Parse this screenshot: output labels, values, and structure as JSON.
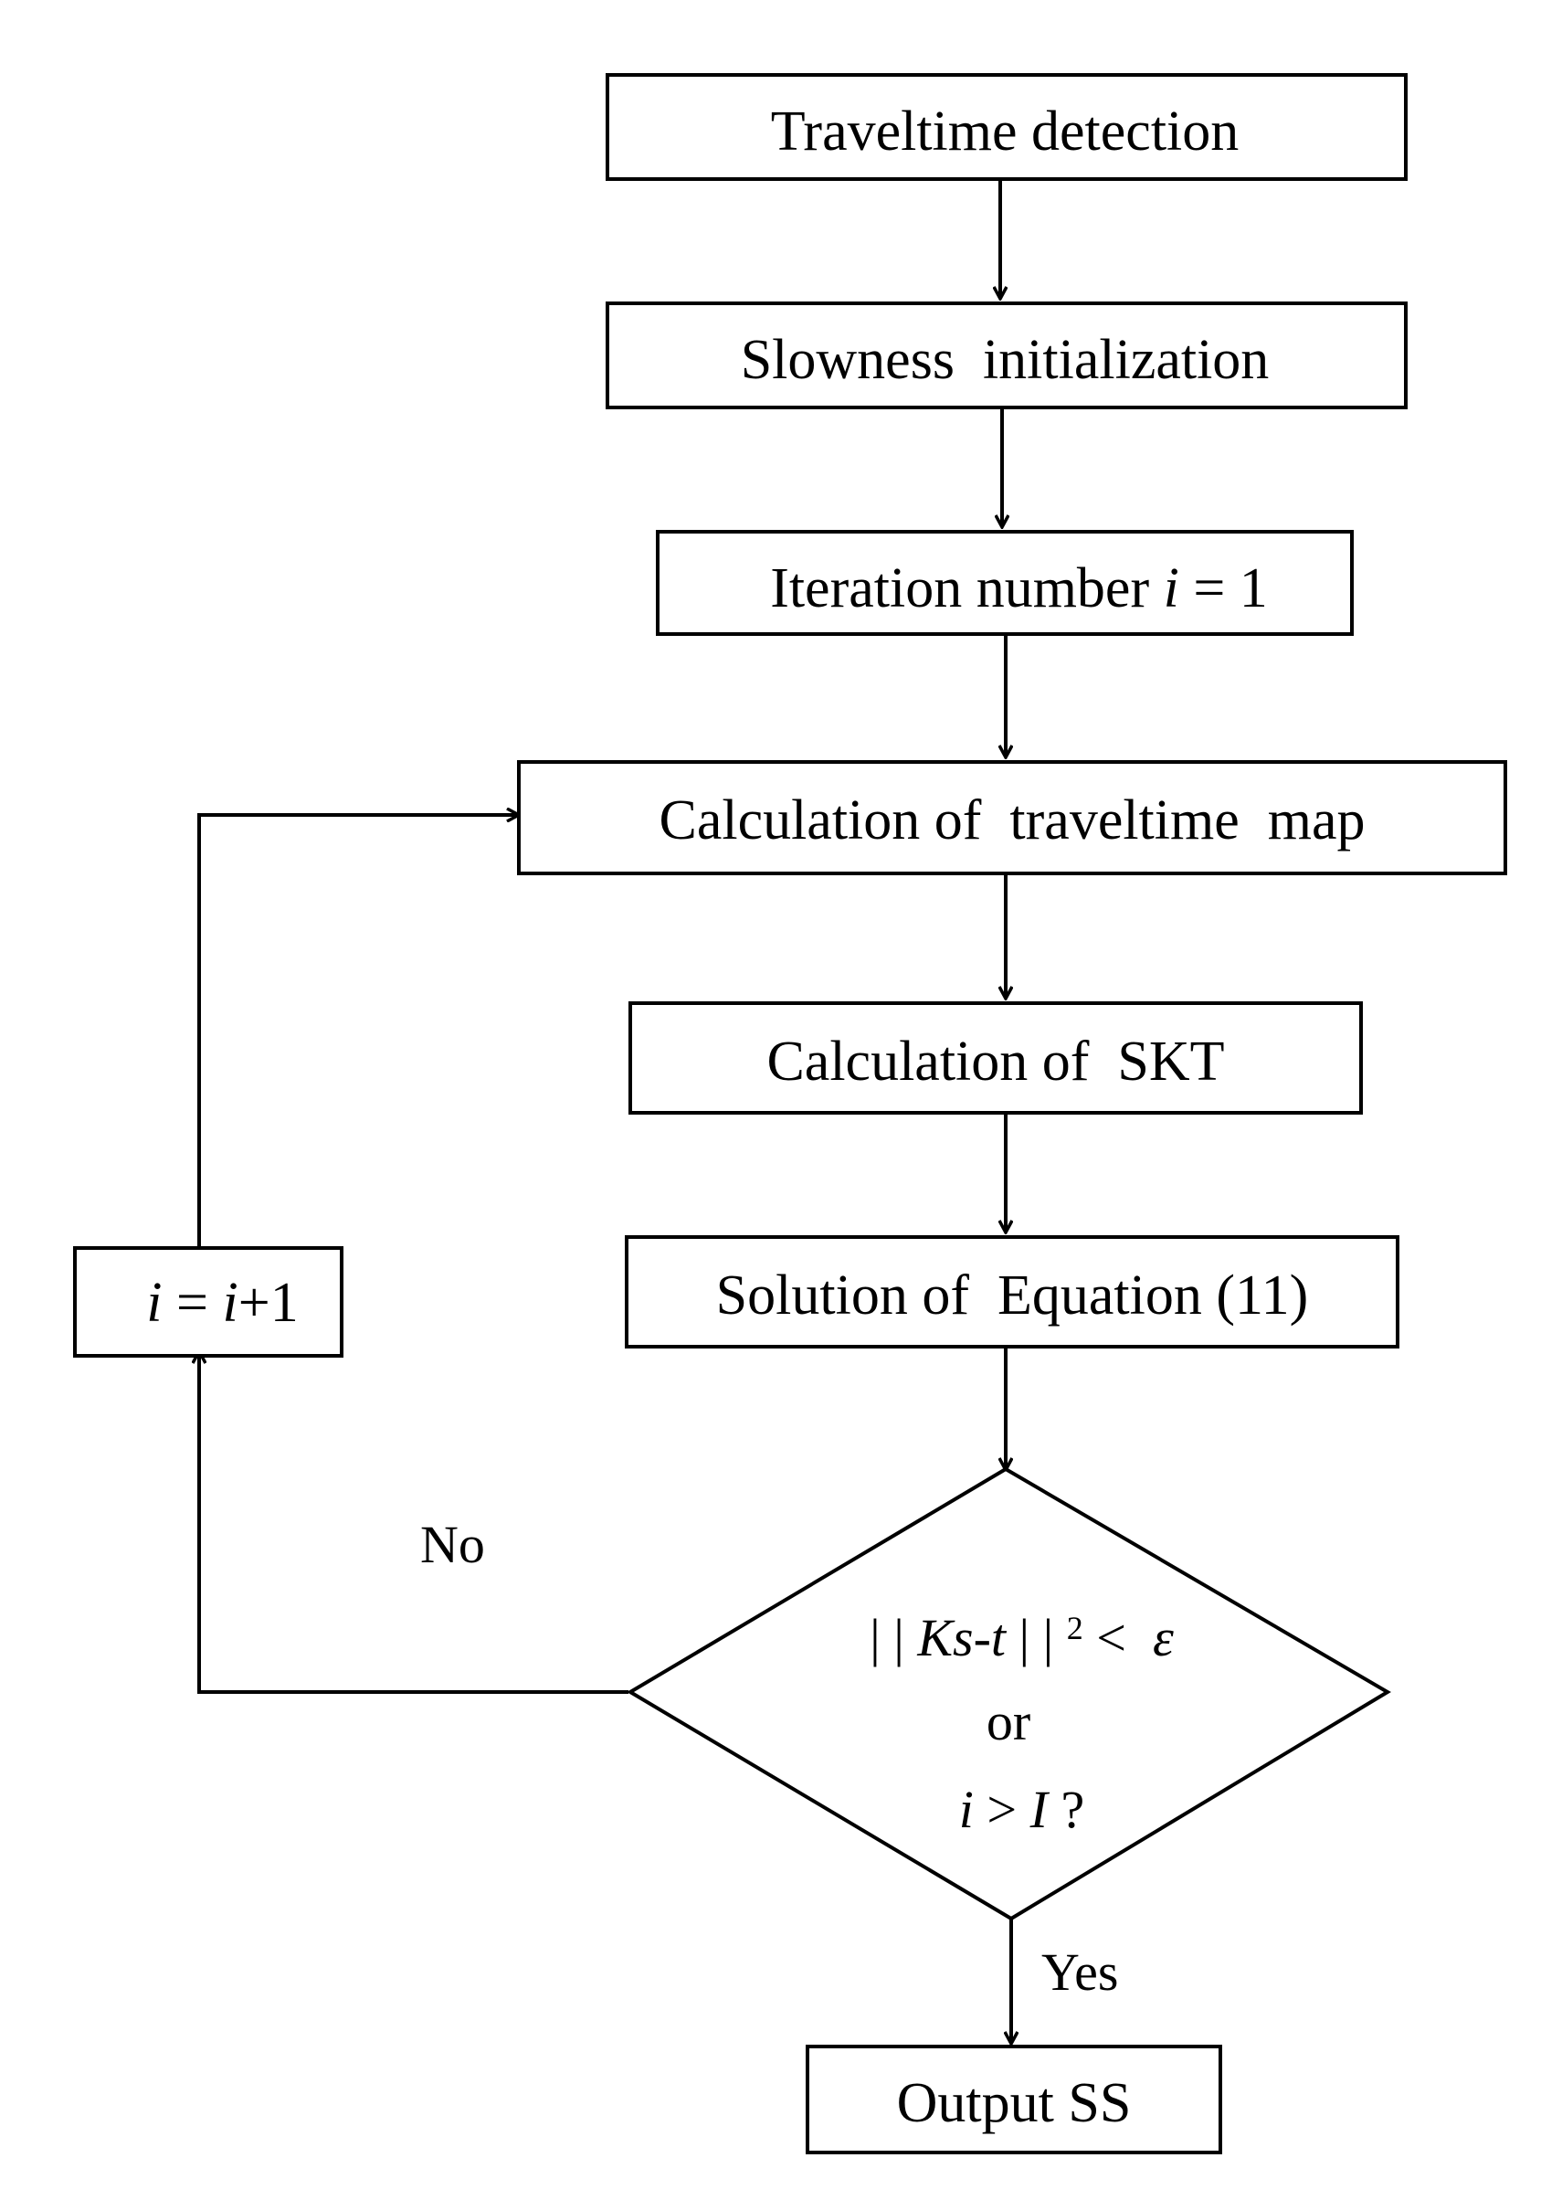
{
  "flowchart": {
    "steps": {
      "traveltime_detection": "Traveltime detection",
      "slowness_initialization": "Slowness  initialization",
      "iteration_number_prefix": "Iteration number ",
      "iteration_number_var": "i",
      "iteration_number_suffix": " = 1",
      "traveltime_map": "Calculation of  traveltime  map",
      "skt": "Calculation of  SKT",
      "solution_equation": "Solution of  Equation (11)",
      "output": "Output SS"
    },
    "decision": {
      "line1_bars_open": "| | ",
      "line1_expr": "Ks-t",
      "line1_bars_close": " | | ",
      "line1_exponent": "2",
      "line1_lt": " <  ",
      "line1_epsilon": "ε",
      "line2": "or",
      "line3_var1": "i",
      "line3_gt": " > ",
      "line3_var2": "I",
      "line3_q": " ?"
    },
    "increment": {
      "var1": "i",
      "equals": " = ",
      "var2": "i",
      "plus": "+1"
    },
    "edge_labels": {
      "no": "No",
      "yes": "Yes"
    }
  }
}
